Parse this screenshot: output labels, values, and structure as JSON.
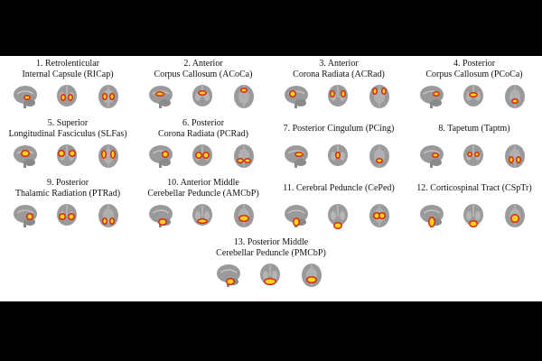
{
  "figure": {
    "panels": [
      {
        "line1": "1. Retrolenticular",
        "line2": "Internal Capsule (RICap)"
      },
      {
        "line1": "2. Anterior",
        "line2": "Corpus Callosum (ACoCa)"
      },
      {
        "line1": "3. Anterior",
        "line2": "Corona Radiata (ACRad)"
      },
      {
        "line1": "4. Posterior",
        "line2": "Corpus Callosum (PCoCa)"
      },
      {
        "line1": "5. Superior",
        "line2": "Longitudinal Fasciculus (SLFas)"
      },
      {
        "line1": "6. Posterior",
        "line2": "Corona Radiata (PCRad)"
      },
      {
        "line1": "7. Posterior Cingulum (PCing)",
        "line2": ""
      },
      {
        "line1": "8. Tapetum (Taptm)",
        "line2": ""
      },
      {
        "line1": "9. Posterior",
        "line2": "Thalamic Radiation (PTRad)"
      },
      {
        "line1": "10. Anterior Middle",
        "line2": "Cerebellar Peduncle (AMCbP)"
      },
      {
        "line1": "11. Cerebral Peduncle (CePed)",
        "line2": ""
      },
      {
        "line1": "12. Corticospinal Tract (CSpTr)",
        "line2": ""
      },
      {
        "line1": "13. Posterior Middle",
        "line2": "Cerebellar Peduncle (PMCbP)"
      }
    ]
  },
  "colors": {
    "background": "#000000",
    "figure_background": "#ffffff",
    "brain_gray": "#9a9a9a",
    "heat_red": "#d42a12",
    "heat_yellow": "#ffd21f"
  }
}
